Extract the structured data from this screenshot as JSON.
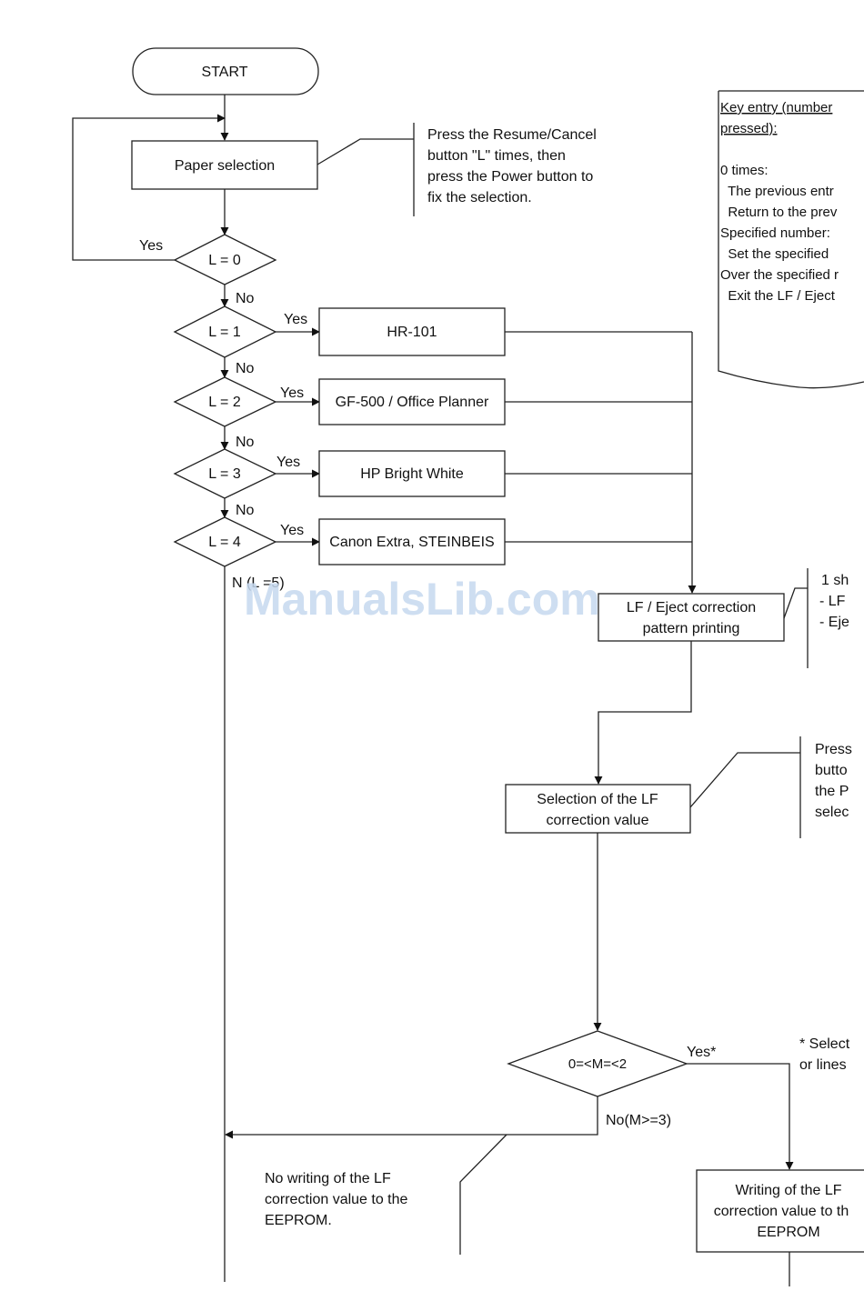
{
  "flow": {
    "start": "START",
    "paper_selection": "Paper selection",
    "note_resume": [
      "Press the Resume/Cancel",
      "button \"L\" times, then",
      "press the Power button to",
      "fix the selection."
    ],
    "d_l0": "L = 0",
    "d_l1": "L = 1",
    "d_l2": "L = 2",
    "d_l3": "L = 3",
    "d_l4": "L = 4",
    "yes": "Yes",
    "no": "No",
    "no_l5": "N   (L =5)",
    "paper_hr101": "HR-101",
    "paper_gf500": "GF-500 / Office Planner",
    "paper_hp": "HP Bright White",
    "paper_canon": "Canon Extra, STEINBEIS",
    "lf_eject_print": [
      "LF / Eject correction",
      "pattern printing"
    ],
    "note_sheet": [
      "1 sh",
      "- LF",
      "- Eje"
    ],
    "lf_selection": [
      "Selection of the LF",
      "correction value"
    ],
    "note_press": [
      "Press",
      "butto",
      "the P",
      "selec"
    ],
    "d_m": "0=<M=<2",
    "yes_star": "Yes*",
    "no_m3": "No(M>=3)",
    "note_select": [
      "* Select",
      "or lines"
    ],
    "no_writing": [
      "No writing of the LF",
      "correction value to the",
      "EEPROM."
    ],
    "writing": [
      "Writing of the LF",
      "correction value to th",
      "EEPROM"
    ]
  },
  "key_entry": {
    "title_lines": [
      "Key entry (number",
      "pressed):"
    ],
    "lines": [
      "0 times:",
      "  The previous entr",
      "  Return to the prev",
      "Specified number:",
      "  Set the specified",
      "Over the specified r",
      "  Exit the LF / Eject"
    ]
  },
  "watermark": "ManualsLib.com"
}
